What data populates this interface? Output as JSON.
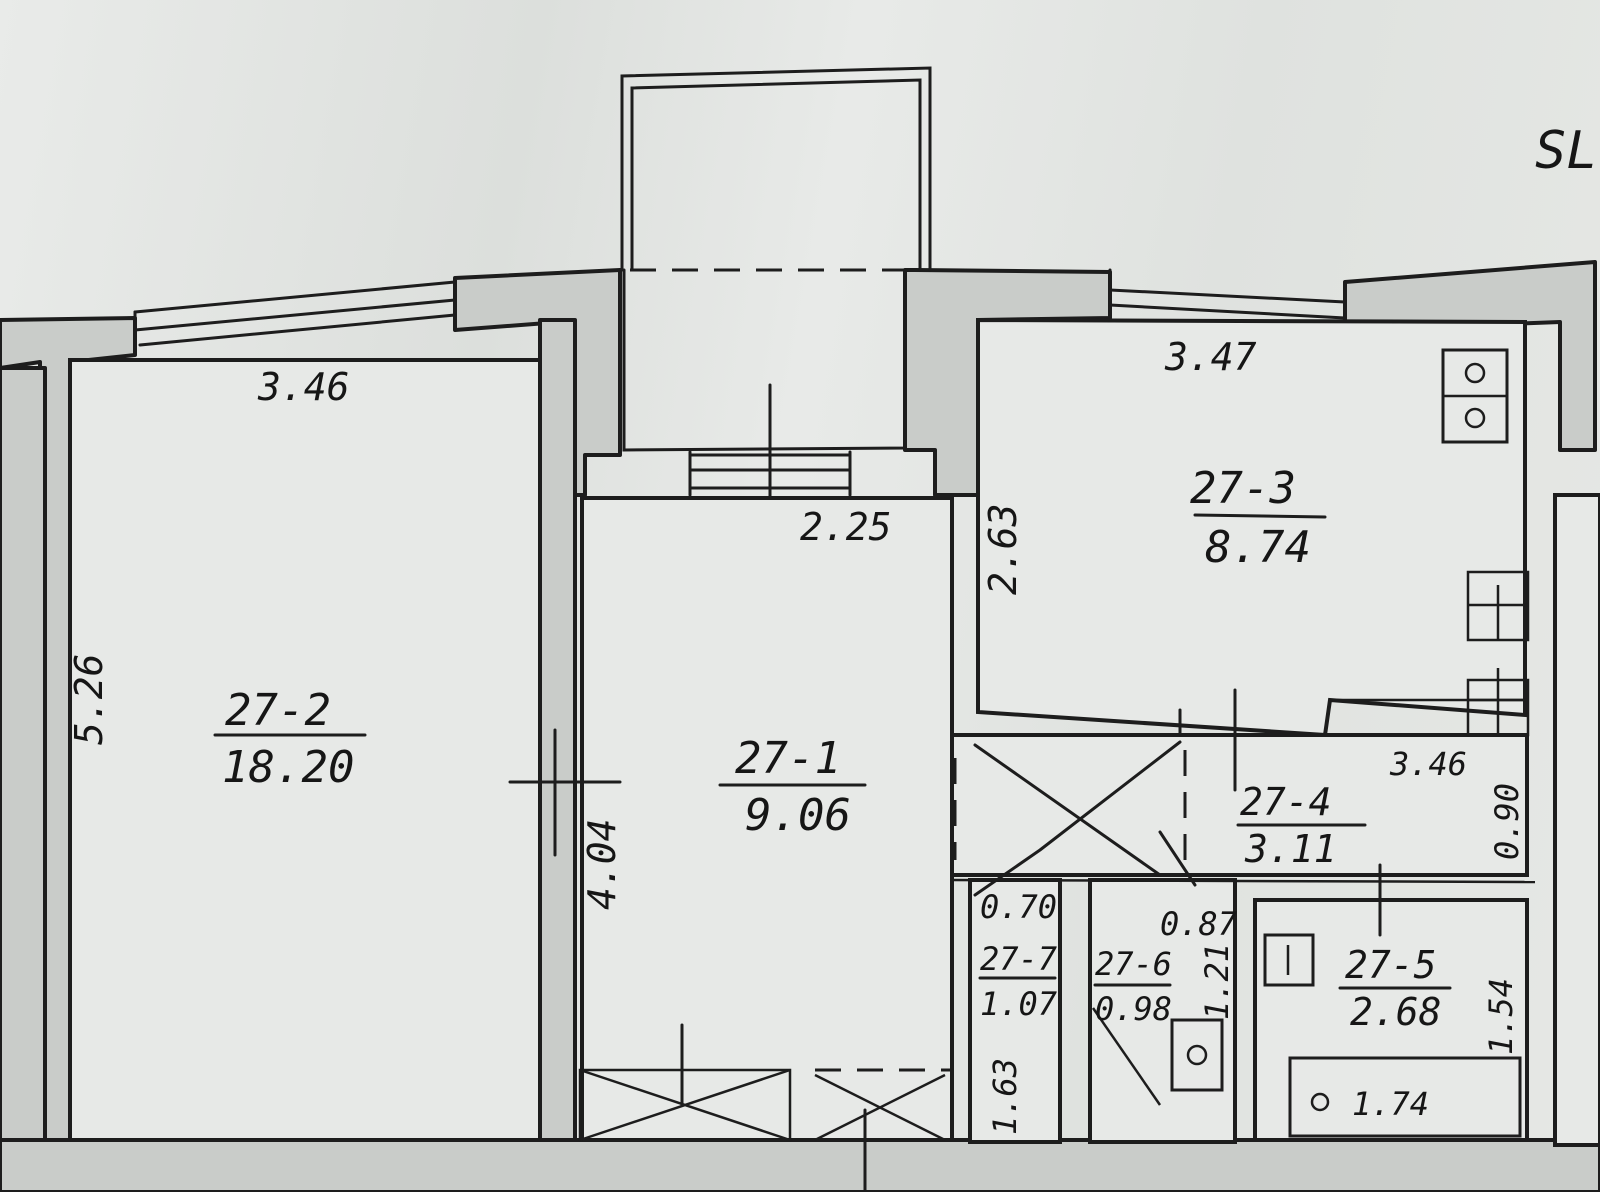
{
  "rooms": {
    "r1": {
      "id": "27-1",
      "area": "9.06"
    },
    "r2": {
      "id": "27-2",
      "area": "18.20"
    },
    "r3": {
      "id": "27-3",
      "area": "8.74"
    },
    "r4": {
      "id": "27-4",
      "area": "3.11"
    },
    "r5": {
      "id": "27-5",
      "area": "2.68"
    },
    "r6": {
      "id": "27-6",
      "area": "0.98"
    },
    "r7": {
      "id": "27-7",
      "area": "1.07"
    }
  },
  "dimensions": {
    "r2_width": "3.46",
    "r2_height": "5.26",
    "r1_width": "2.25",
    "r1_height": "4.04",
    "r3_width": "3.47",
    "r3_height": "2.63",
    "r4_width": "3.46",
    "r4_height": "0.90",
    "r7_width": "0.70",
    "r7_height": "1.63",
    "r6_width": "0.87",
    "r6_height": "1.21",
    "r5_height": "1.54",
    "r5_width": "1.74"
  },
  "corner_text": "SL"
}
